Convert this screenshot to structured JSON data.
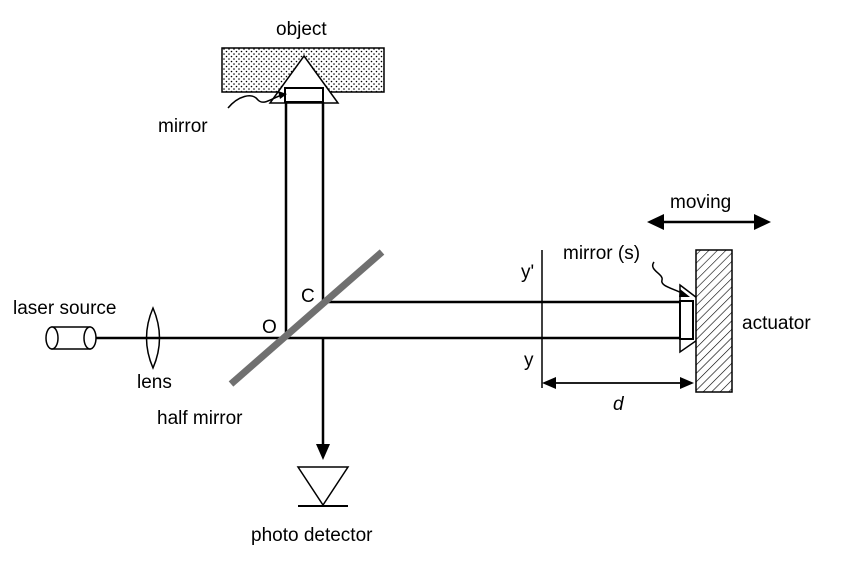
{
  "labels": {
    "object": "object",
    "mirror": "mirror",
    "moving": "moving",
    "mirror_s": "mirror (s)",
    "y_prime": "y'",
    "point_c": "C",
    "laser_source": "laser source",
    "point_o": "O",
    "actuator": "actuator",
    "lens": "lens",
    "y": "y",
    "distance_d": "d",
    "half_mirror": "half mirror",
    "photo_detector": "photo detector"
  },
  "colors": {
    "line": "#000000",
    "half_mirror": "#707070",
    "background": "#ffffff"
  },
  "icons": {
    "laser": "cylinder-laser-icon",
    "lens": "biconvex-lens-icon",
    "detector": "triangle-detector-icon"
  }
}
